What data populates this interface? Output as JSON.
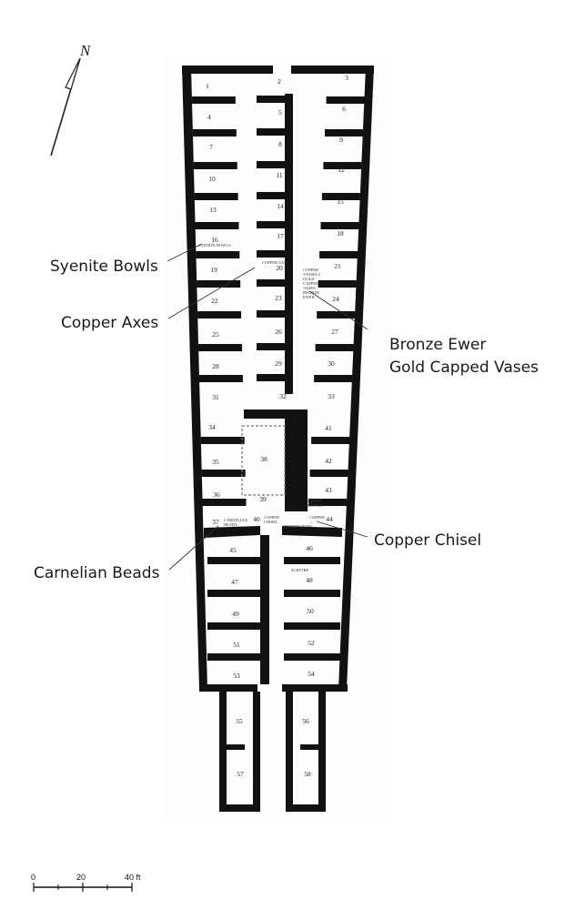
{
  "north_label": "N",
  "annotations": {
    "syenite": "Syenite Bowls",
    "axes": "Copper Axes",
    "ewer": "Bronze Ewer",
    "vases": "Gold Capped Vases",
    "chisel": "Copper Chisel",
    "carnelian": "Carnelian Beads"
  },
  "scale": {
    "labels": [
      "0",
      "20",
      "40 ft"
    ]
  },
  "plan_notes": {
    "room16": "SYENITE BOWLS",
    "room20": "COPPER AXES",
    "room23": [
      "COPPER",
      "VESSELS",
      "GOLD",
      "CAPPED",
      "VASES",
      "BRONZE",
      "EWER"
    ],
    "room43": [
      "COPPER",
      "BOWLS"
    ],
    "room37": [
      "CARNELIAN",
      "BEADS"
    ],
    "room40": [
      "COPPER",
      "CHISEL"
    ],
    "room44": [
      "COPPER",
      "..."
    ],
    "corridor": "DIORITE BOWL",
    "room48": "SCEPTRE"
  },
  "rooms": [
    "1",
    "2",
    "3",
    "4",
    "5",
    "6",
    "7",
    "8",
    "9",
    "10",
    "11",
    "12",
    "13",
    "14",
    "15",
    "16",
    "17",
    "18",
    "19",
    "20",
    "21",
    "22",
    "23",
    "24",
    "25",
    "26",
    "27",
    "28",
    "29",
    "30",
    "31",
    "32",
    "33",
    "34",
    "35",
    "36",
    "37",
    "38",
    "39",
    "40",
    "41",
    "42",
    "43",
    "44",
    "45",
    "46",
    "47",
    "48",
    "49",
    "50",
    "51",
    "52",
    "53",
    "54",
    "55",
    "56",
    "57",
    "58"
  ]
}
